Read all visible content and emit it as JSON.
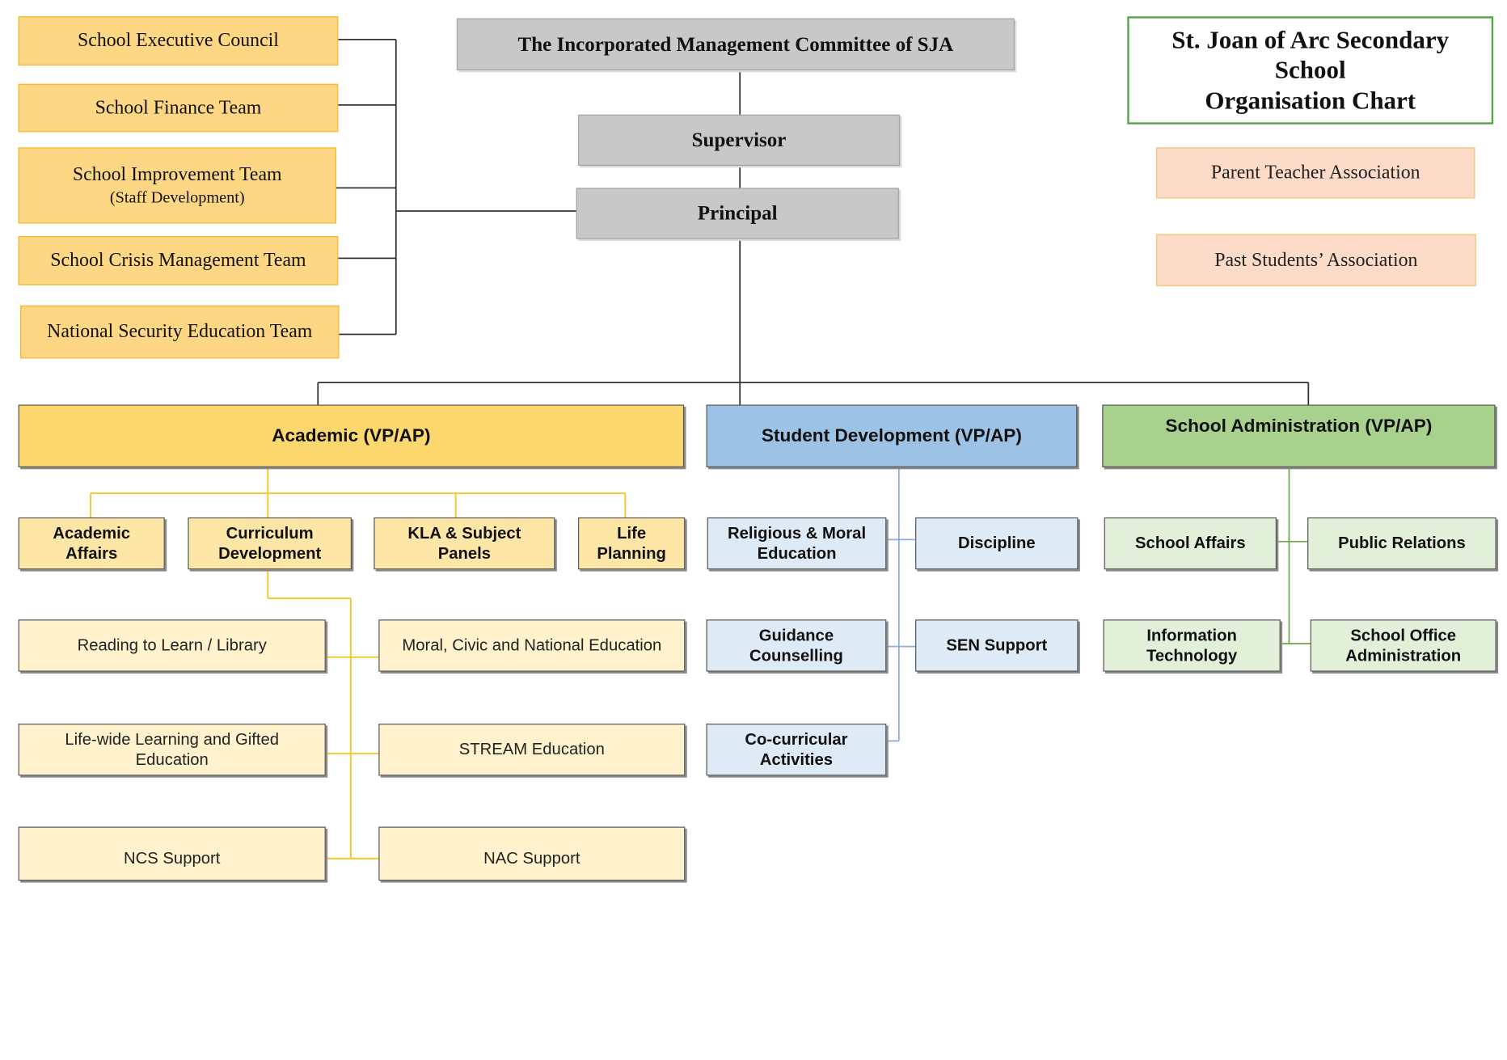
{
  "title": {
    "line1": "St. Joan of Arc Secondary",
    "line2": "School",
    "line3": "Organisation Chart"
  },
  "top": {
    "imc": "The Incorporated Management Committee of SJA",
    "supervisor": "Supervisor",
    "principal": "Principal"
  },
  "side_teams": [
    {
      "label": "School Executive Council",
      "sub": ""
    },
    {
      "label": "School Finance Team",
      "sub": ""
    },
    {
      "label": "School Improvement Team",
      "sub": "(Staff Development)"
    },
    {
      "label": "School Crisis Management Team",
      "sub": ""
    },
    {
      "label": "National Security Education Team",
      "sub": ""
    }
  ],
  "associations": [
    "Parent Teacher Association",
    "Past Students’ Association"
  ],
  "departments": {
    "academic": "Academic (VP/AP)",
    "student": "Student Development (VP/AP)",
    "admin": "School Administration (VP/AP)"
  },
  "academic_units": [
    "Academic Affairs",
    "Curriculum Development",
    "KLA & Subject Panels",
    "Life Planning"
  ],
  "curriculum_items": {
    "left": [
      "Reading to Learn / Library",
      "Life-wide Learning and Gifted Education",
      "NCS Support"
    ],
    "right": [
      "Moral, Civic and National Education",
      "STREAM Education",
      "NAC Support"
    ]
  },
  "student_units": [
    "Religious & Moral Education",
    "Discipline",
    "Guidance Counselling",
    "SEN Support",
    "Co-curricular Activities"
  ],
  "admin_units": [
    "School Affairs",
    "Public Relations",
    "Information Technology",
    "School Office Administration"
  ],
  "colors": {
    "side_fill": "#fdd783",
    "top_fill": "#c8c8c8",
    "assoc_fill": "#fcdcc9",
    "title_border": "#52a447",
    "academic": "#fcd86e",
    "student": "#9cc3e6",
    "admin": "#a9d18e",
    "academic_line": "#f5c518",
    "student_line": "#8faadc",
    "admin_line": "#70ad47"
  }
}
